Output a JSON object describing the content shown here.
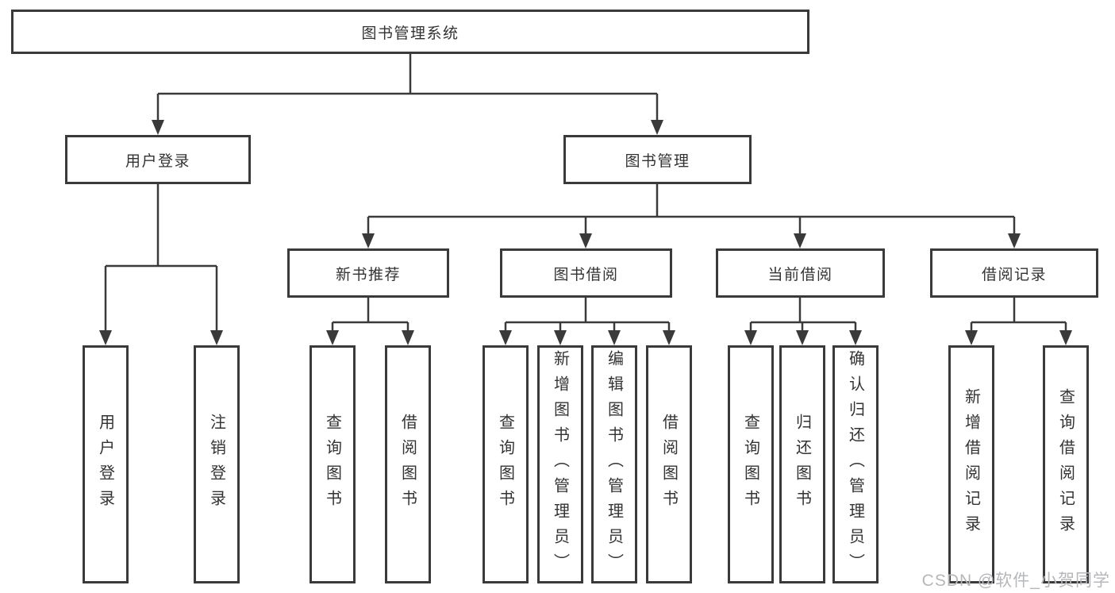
{
  "diagram": {
    "root": "图书管理系统",
    "branches": [
      {
        "label": "用户登录",
        "children": [
          "用户登录",
          "注销登录"
        ]
      },
      {
        "label": "图书管理",
        "sections": [
          {
            "label": "新书推荐",
            "children": [
              "查询图书",
              "借阅图书"
            ]
          },
          {
            "label": "图书借阅",
            "children": [
              "查询图书",
              "新增图书（管理员）",
              "编辑图书（管理员）",
              "借阅图书"
            ]
          },
          {
            "label": "当前借阅",
            "children": [
              "查询图书",
              "归还图书",
              "确认归还（管理员）"
            ]
          },
          {
            "label": "借阅记录",
            "children": [
              "新增借阅记录",
              "查询借阅记录"
            ]
          }
        ]
      }
    ]
  },
  "watermark": "CSDN @软件_小贺同学",
  "colors": {
    "line": "#3a3a3a",
    "box_border": "#3a3a3a",
    "text": "#333333",
    "watermark": "#b5b7ba",
    "background": "#ffffff"
  }
}
